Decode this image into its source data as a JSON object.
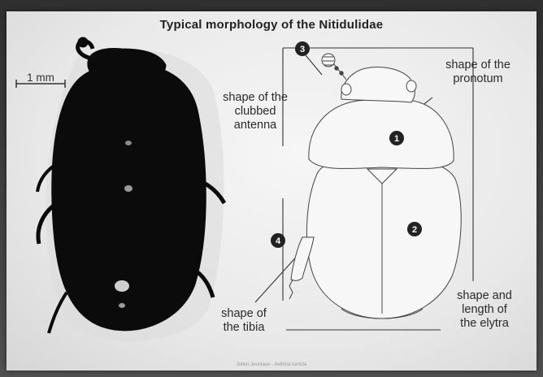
{
  "title": "Typical morphology of the Nitidulidae",
  "scale_bar": "1 mm",
  "callouts": [
    {
      "number": "1",
      "label": "shape of the pronotum"
    },
    {
      "number": "2",
      "label": "shape and length of the elytra"
    },
    {
      "number": "3",
      "label": "shape of the clubbed antenna"
    },
    {
      "number": "4",
      "label": "shape of the tibia"
    }
  ],
  "labels": {
    "pronotum_line1": "shape of the",
    "pronotum_line2": "pronotum",
    "antenna_line1": "shape of the",
    "antenna_line2": "clubbed",
    "antenna_line3": "antenna",
    "elytra_line1": "shape and",
    "elytra_line2": "length of",
    "elytra_line3": "the elytra",
    "tibia_line1": "shape of",
    "tibia_line2": "the tibia"
  },
  "credit": "Julien Jeuniaux - Aethina tumida"
}
